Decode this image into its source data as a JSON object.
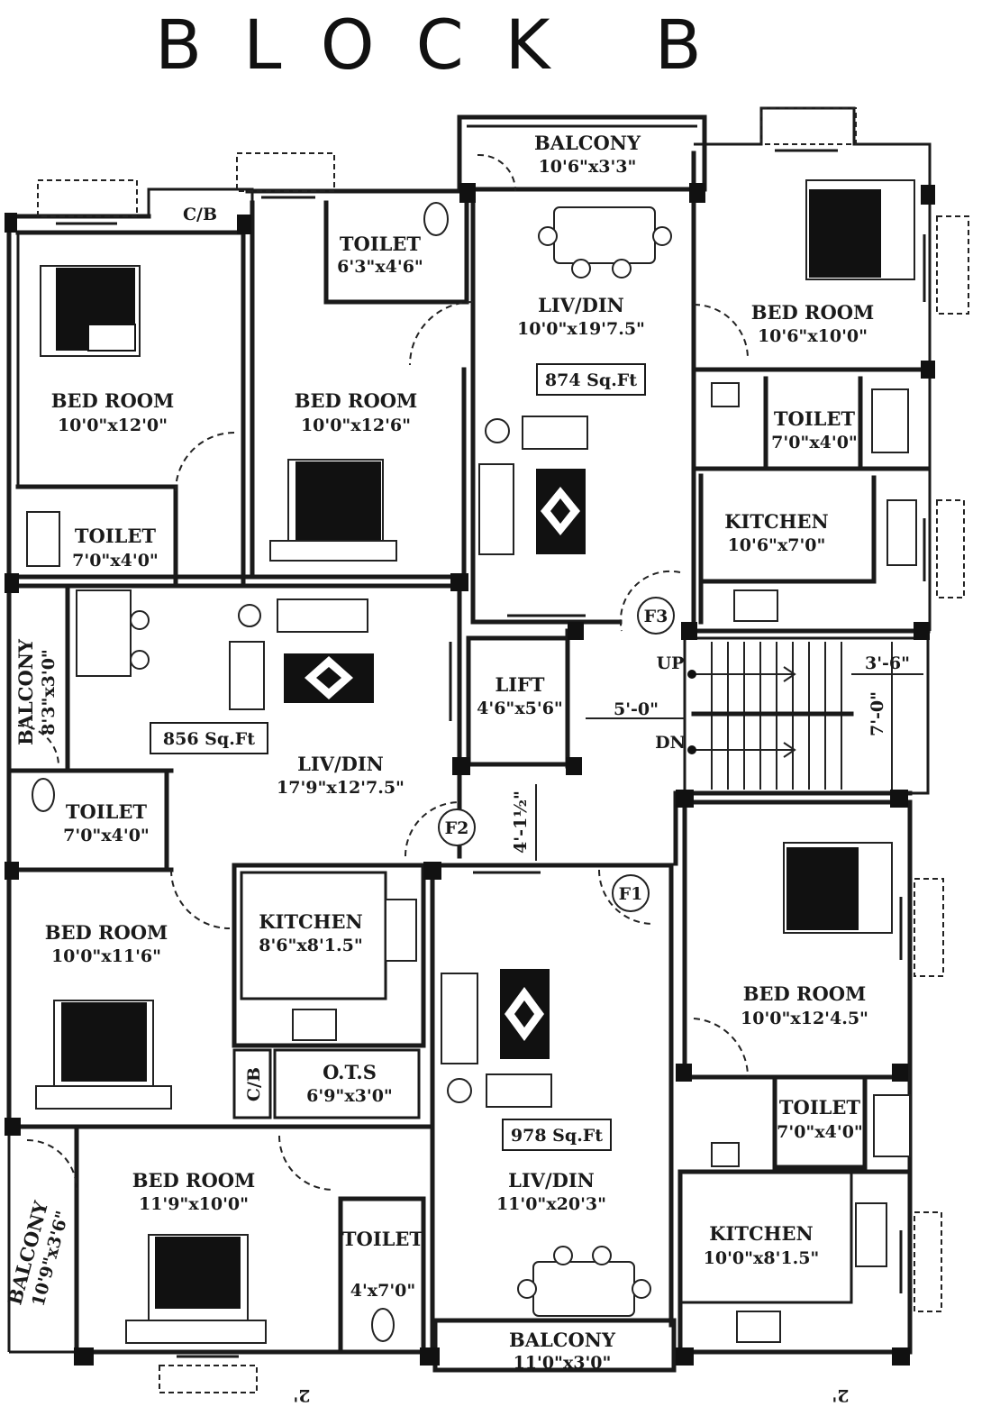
{
  "title": "BLOCK B",
  "rooms": {
    "balcony_top": {
      "name": "BALCONY",
      "dim": "10'6\"x3'3\""
    },
    "toilet_top": {
      "name": "TOILET",
      "dim": "6'3\"x4'6\""
    },
    "livdin_top": {
      "name": "LIV/DIN",
      "dim": "10'0\"x19'7.5\""
    },
    "bed_top_right": {
      "name": "BED ROOM",
      "dim": "10'6\"x10'0\""
    },
    "bed_top_left": {
      "name": "BED ROOM",
      "dim": "10'0\"x12'0\""
    },
    "bed_top_mid": {
      "name": "BED ROOM",
      "dim": "10'0\"x12'6\""
    },
    "toilet_right_top": {
      "name": "TOILET",
      "dim": "7'0\"x4'0\""
    },
    "kitchen_right_top": {
      "name": "KITCHEN",
      "dim": "10'6\"x7'0\""
    },
    "toilet_left_top": {
      "name": "TOILET",
      "dim": "7'0\"x4'0\""
    },
    "balcony_left": {
      "name": "BALCONY",
      "dim": "8'3\"x3'0\""
    },
    "livdin_left": {
      "name": "LIV/DIN",
      "dim": "17'9\"x12'7.5\""
    },
    "lift": {
      "name": "LIFT",
      "dim": "4'6\"x5'6\""
    },
    "toilet_left_mid": {
      "name": "TOILET",
      "dim": "7'0\"x4'0\""
    },
    "bed_left_mid": {
      "name": "BED ROOM",
      "dim": "10'0\"x11'6\""
    },
    "kitchen_mid": {
      "name": "KITCHEN",
      "dim": "8'6\"x8'1.5\""
    },
    "ots": {
      "name": "O.T.S",
      "dim": "6'9\"x3'0\""
    },
    "bed_right_mid": {
      "name": "BED ROOM",
      "dim": "10'0\"x12'4.5\""
    },
    "toilet_right_bottom": {
      "name": "TOILET",
      "dim": "7'0\"x4'0\""
    },
    "kitchen_right_bottom": {
      "name": "KITCHEN",
      "dim": "10'0\"x8'1.5\""
    },
    "bed_bottom_left": {
      "name": "BED ROOM",
      "dim": "11'9\"x10'0\""
    },
    "toilet_bottom": {
      "name": "TOILET",
      "dim": "4'x7'0\""
    },
    "livdin_bottom": {
      "name": "LIV/DIN",
      "dim": "11'0\"x20'3\""
    },
    "balcony_bottom": {
      "name": "BALCONY",
      "dim": "11'0\"x3'0\""
    },
    "balcony_bottom_left": {
      "name": "BALCONY",
      "dim": "10'9\"x3'6\""
    }
  },
  "areas": {
    "flat_f3": "874 Sq.Ft",
    "flat_f2": "856 Sq.Ft",
    "flat_f1": "978 Sq.Ft"
  },
  "flat_tags": {
    "f1": "F1",
    "f2": "F2",
    "f3": "F3"
  },
  "cupboards": {
    "cb_top": "C/B",
    "cb_mid": "C/B"
  },
  "stair": {
    "up": "UP",
    "dn": "DN",
    "landing": "5'-0\"",
    "width": "3'-6\"",
    "length": "7'-0\"",
    "corridor": "4'-1½\""
  },
  "bottom_marks": [
    "2'",
    "2'"
  ]
}
